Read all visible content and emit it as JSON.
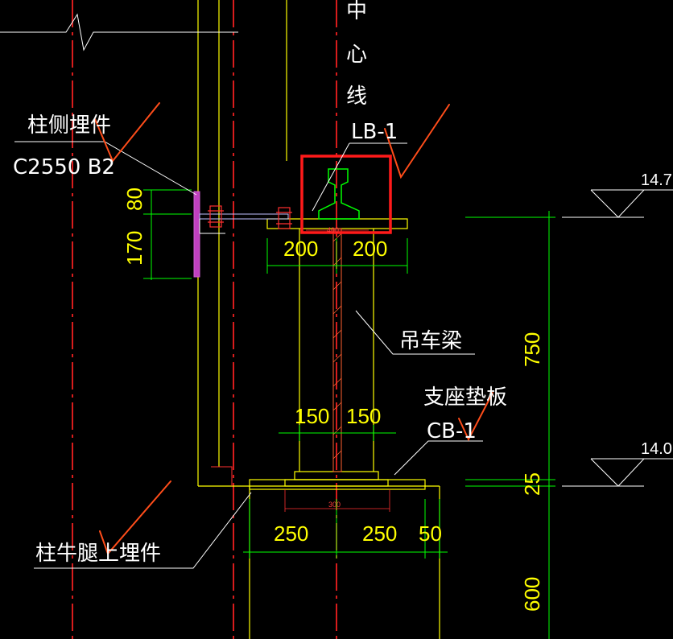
{
  "colors": {
    "background": "#000000",
    "axis": "#d81c1c",
    "outline": "#ffff00",
    "dimension": "#00ff00",
    "leader": "#ffffff",
    "highlight": "#ff1a1a",
    "check": "#ff4d1a",
    "embed": "#c040c0"
  },
  "labels": {
    "centerline": "中心线",
    "centerline_chars": [
      "中",
      "心",
      "线"
    ],
    "column_side_embed": "柱侧埋件",
    "column_side_embed_code": "C2550 B2",
    "rail": "LB-1",
    "crane_beam": "吊车梁",
    "bearing_pad": "支座垫板",
    "bearing_pad_code": "CB-1",
    "corbel_embed": "柱牛腿上埋件"
  },
  "dimensions": {
    "embed_upper": "80",
    "embed_lower": "170",
    "flange_left": "200",
    "flange_right": "200",
    "flange_small": "400",
    "web_left": "150",
    "web_right": "150",
    "pad_small": "300",
    "base_left": "250",
    "base_right": "250",
    "base_edge": "50",
    "beam_height": "750",
    "pad_thickness": "25",
    "corbel_height": "600"
  },
  "elevations": {
    "top": "14.7",
    "corbel": "14.0"
  }
}
